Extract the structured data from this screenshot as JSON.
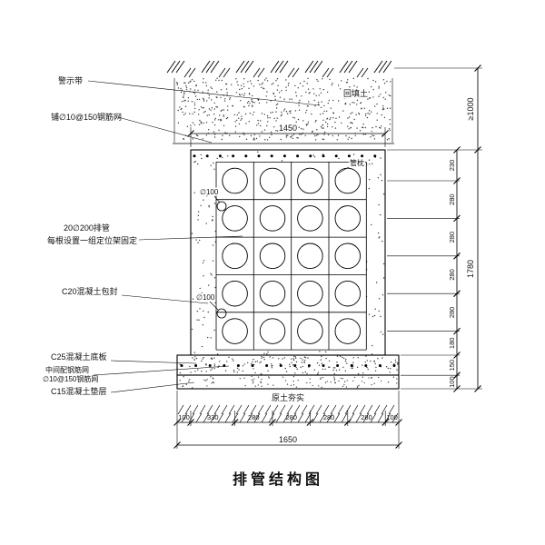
{
  "title": "排管结构图",
  "labels": {
    "warning_tape": "警示带",
    "top_mesh": "铺∅10@150钢筋网",
    "pipes_line1": "20∅200排管",
    "pipes_line2": "每根设置一组定位架固定",
    "encasement": "C20混凝土包封",
    "base_slab": "C25混凝土底板",
    "mid_mesh_line1": "中间配钢筋网",
    "mid_mesh_line2": "∅10@150钢筋网",
    "cushion": "C15混凝土垫层",
    "backfill": "回填土",
    "pipe_pillow": "管枕",
    "pipe_dia_1": "∅100",
    "pipe_dia_2": "∅100",
    "subsoil": "原土夯实"
  },
  "dimensions": {
    "top_width": "1450",
    "bottom_segments": [
      "100",
      "330",
      "280",
      "280",
      "280",
      "280",
      "100"
    ],
    "bottom_total": "1650",
    "right_segments": [
      "230",
      "280",
      "280",
      "280",
      "280",
      "180",
      "150",
      "100"
    ],
    "right_total": "1780",
    "cover_depth": "≥1000"
  },
  "colors": {
    "ink": "#111111",
    "paper": "#ffffff"
  }
}
